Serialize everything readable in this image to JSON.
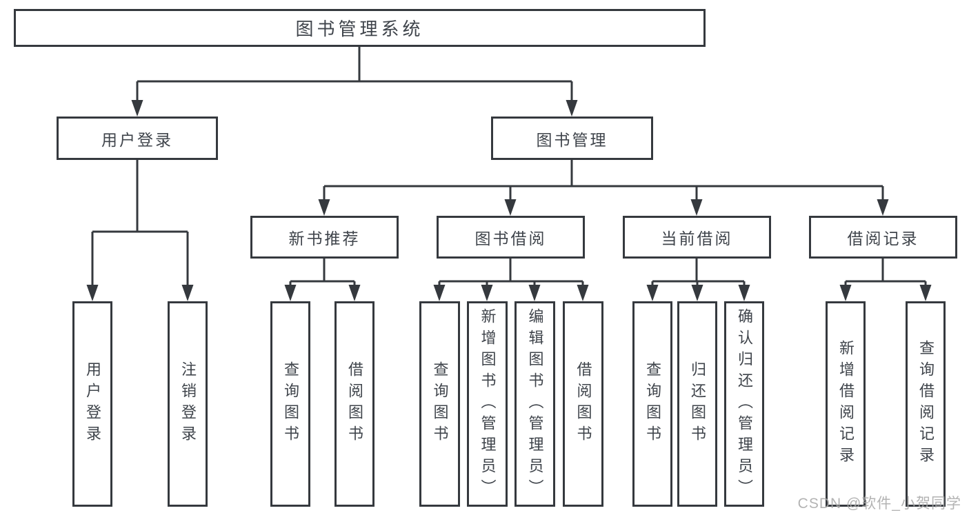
{
  "tree": {
    "label": "图书管理系统",
    "children": [
      {
        "label": "用户登录",
        "children": [
          {
            "label": "用户登录"
          },
          {
            "label": "注销登录"
          }
        ]
      },
      {
        "label": "图书管理",
        "children": [
          {
            "label": "新书推荐",
            "children": [
              {
                "label": "查询图书"
              },
              {
                "label": "借阅图书"
              }
            ]
          },
          {
            "label": "图书借阅",
            "children": [
              {
                "label": "查询图书"
              },
              {
                "label": "新增图书（管理员）"
              },
              {
                "label": "编辑图书（管理员）"
              },
              {
                "label": "借阅图书"
              }
            ]
          },
          {
            "label": "当前借阅",
            "children": [
              {
                "label": "查询图书"
              },
              {
                "label": "归还图书"
              },
              {
                "label": "确认归还（管理员）"
              }
            ]
          },
          {
            "label": "借阅记录",
            "children": [
              {
                "label": "新增借阅记录"
              },
              {
                "label": "查询借阅记录"
              }
            ]
          }
        ]
      }
    ]
  },
  "watermark": "CSDN @软件_小贺同学",
  "colors": {
    "line": "#35393e",
    "text": "#3f444b",
    "background": "#ffffff",
    "watermark": "#a9a9a9"
  }
}
